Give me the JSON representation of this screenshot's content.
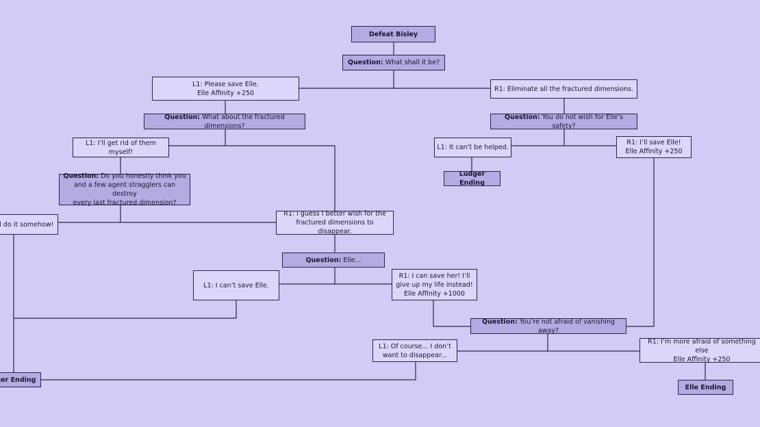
{
  "diagram": {
    "line_color": "#2a2340",
    "nodes": [
      {
        "id": "defeat-bisley",
        "kind": "start",
        "text": "Defeat Bisley"
      },
      {
        "id": "q-what-shall",
        "kind": "question",
        "prefix": "Question:",
        "text": " What shall it be?"
      },
      {
        "id": "l1-save-elle",
        "kind": "option",
        "text": "L1: Please save Elle.\nElle Affinity +250"
      },
      {
        "id": "r1-eliminate",
        "kind": "option",
        "text": "R1: Eliminate all the fractured dimensions."
      },
      {
        "id": "q-fractured",
        "kind": "question",
        "prefix": "Question:",
        "text": " What about the fractured dimensions?"
      },
      {
        "id": "q-no-wish",
        "kind": "question",
        "prefix": "Question:",
        "text": " You do not wish for Elle’s safety?"
      },
      {
        "id": "l1-rid",
        "kind": "option",
        "text": "L1: I’ll get rid of them myself!"
      },
      {
        "id": "l1-cant-help",
        "kind": "option",
        "text": "L1: It can’t be helped."
      },
      {
        "id": "r1-ill-save",
        "kind": "option",
        "text": "R1: I’ll save Elle!\nElle Affinity +250"
      },
      {
        "id": "ludger-ending-top",
        "kind": "end",
        "text": "Ludger Ending"
      },
      {
        "id": "q-honestly",
        "kind": "question",
        "prefix": "Question:",
        "text": " Do you honestly think you\nand a few agent stragglers can destroy\nevery last fractured dimension?"
      },
      {
        "id": "l1-somehow",
        "kind": "option",
        "text": "ll do it somehow!"
      },
      {
        "id": "r1-guess",
        "kind": "option",
        "text": "R1: I guess I better wish for the\nfractured dimensions to disappear."
      },
      {
        "id": "q-elle",
        "kind": "question",
        "prefix": "Question:",
        "text": " Elle..."
      },
      {
        "id": "l1-cant-save",
        "kind": "option",
        "text": "L1: I can’t save Elle."
      },
      {
        "id": "r1-can-save",
        "kind": "option",
        "text": "R1: I can save her! I’ll\ngive up my life instead!\nElle Affinity +1000"
      },
      {
        "id": "q-vanishing",
        "kind": "question",
        "prefix": "Question:",
        "text": " You’re not afraid of vanishing away?"
      },
      {
        "id": "l1-of-course",
        "kind": "option",
        "text": "L1: Of course... I don’t\nwant to disappear..."
      },
      {
        "id": "r1-more-afraid",
        "kind": "option",
        "text": "R1: I’m more afraid of something else\nElle Affinity +250"
      },
      {
        "id": "ludger-ending-bottom",
        "kind": "end",
        "text": "dger Ending"
      },
      {
        "id": "elle-ending",
        "kind": "end",
        "text": "Elle Ending"
      }
    ]
  }
}
